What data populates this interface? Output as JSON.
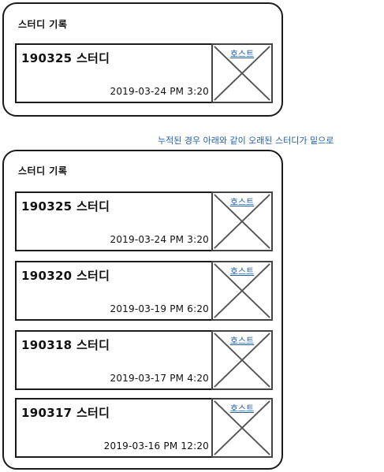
{
  "top_panel": {
    "title": "스터디 기록",
    "cards": [
      {
        "title": "190325 스터디",
        "date": "2019-03-24 PM 3:20",
        "host_label": "호스트"
      }
    ]
  },
  "annotation": "누적된 경우 아래와 같이 오래된 스터디가 밑으로",
  "bottom_panel": {
    "title": "스터디 기록",
    "cards": [
      {
        "title": "190325 스터디",
        "date": "2019-03-24 PM 3:20",
        "host_label": "호스트"
      },
      {
        "title": "190320 스터디",
        "date": "2019-03-19 PM 6:20",
        "host_label": "호스트"
      },
      {
        "title": "190318 스터디",
        "date": "2019-03-17 PM 4:20",
        "host_label": "호스트"
      },
      {
        "title": "190317 스터디",
        "date": "2019-03-16 PM 12:20",
        "host_label": "호스트"
      }
    ]
  },
  "colors": {
    "link": "#1f5fb0",
    "border": "#1a1a1a"
  }
}
